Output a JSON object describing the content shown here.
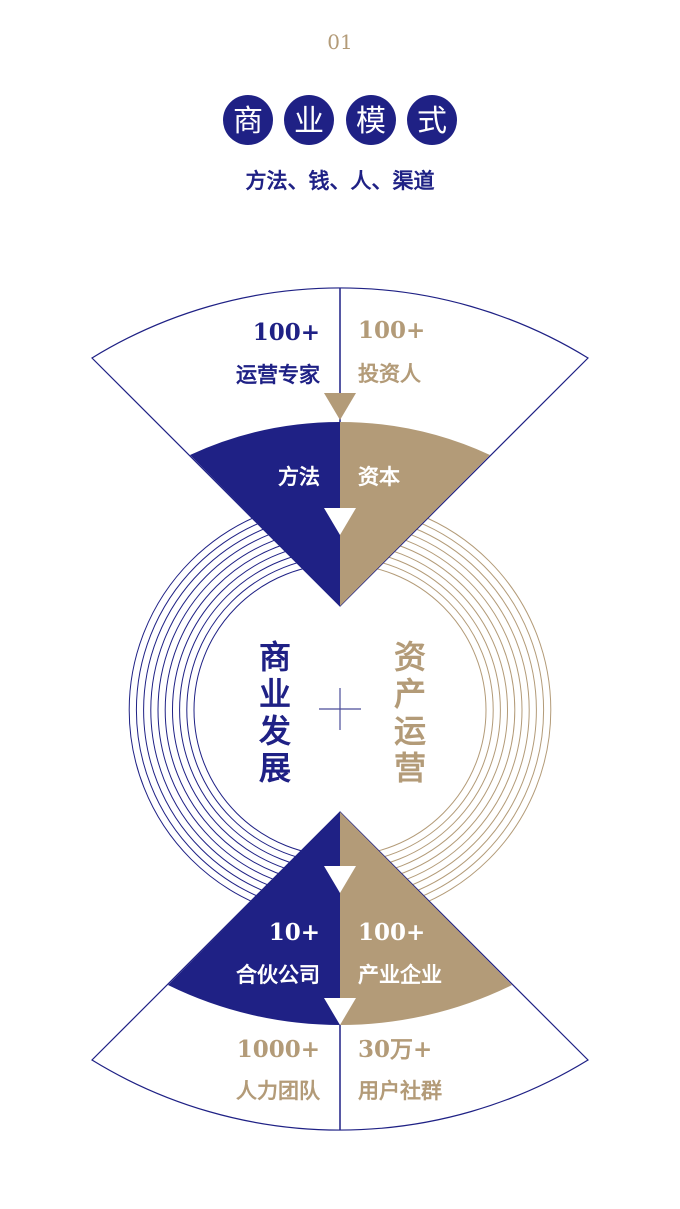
{
  "colors": {
    "navy": "#1f2185",
    "tan": "#b39b78",
    "white": "#ffffff"
  },
  "header": {
    "number": "01",
    "title_chars": [
      "商",
      "业",
      "模",
      "式"
    ],
    "subtitle": "方法、钱、人、渠道"
  },
  "top": {
    "left_count": "100+",
    "left_label": "运营专家",
    "right_count": "100+",
    "right_label": "投资人",
    "left_inner": "方法",
    "right_inner": "资本"
  },
  "center": {
    "left_chars": [
      "商",
      "业",
      "发",
      "展"
    ],
    "right_chars": [
      "资",
      "产",
      "运",
      "营"
    ]
  },
  "bottom": {
    "left_inner_count": "10+",
    "left_inner_label": "合伙公司",
    "right_inner_count": "100+",
    "right_inner_label": "产业企业",
    "left_outer_count": "1000+",
    "left_outer_label": "人力团队",
    "right_outer_count": "30万+",
    "right_outer_label": "用户社群"
  }
}
